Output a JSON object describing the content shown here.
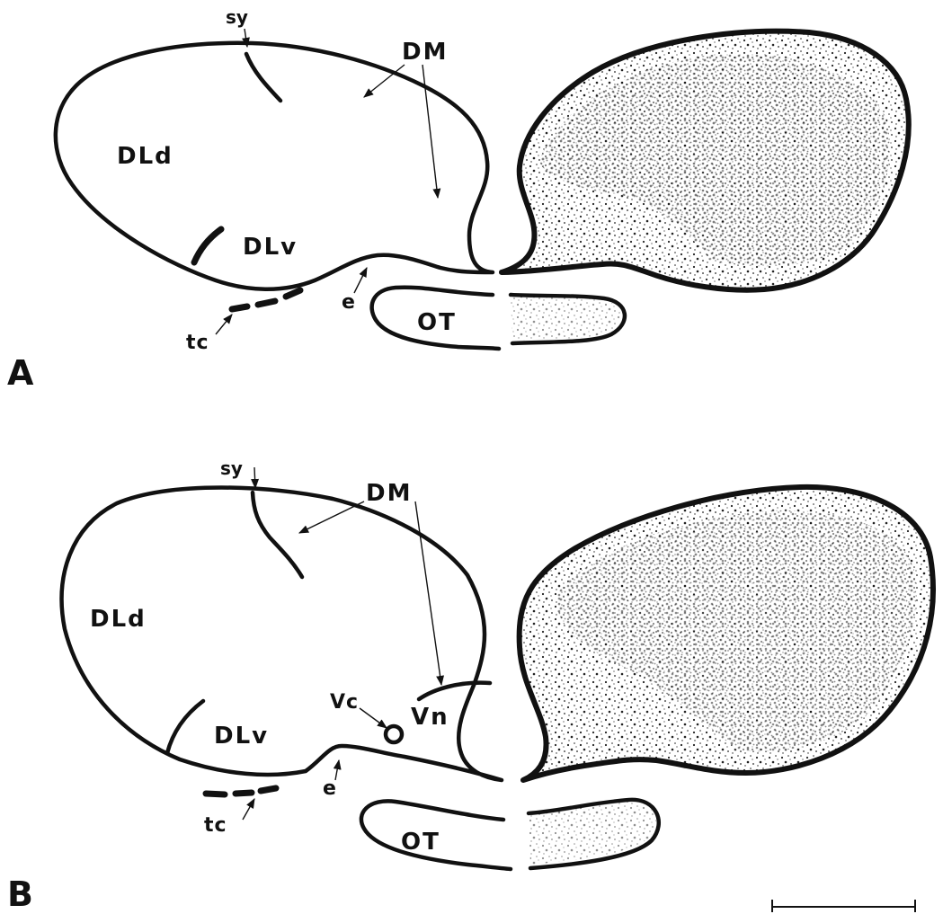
{
  "panels": [
    {
      "id": "A",
      "labels": {
        "panel": "A",
        "sy": "sy",
        "dm": "DM",
        "dld": "DLd",
        "dlv": "DLv",
        "e": "e",
        "tc": "tc",
        "ot": "OT"
      }
    },
    {
      "id": "B",
      "labels": {
        "panel": "B",
        "sy": "sy",
        "dm": "DM",
        "dld": "DLd",
        "dlv": "DLv",
        "e": "e",
        "tc": "tc",
        "ot": "OT",
        "vc": "Vc",
        "vn": "Vn"
      }
    }
  ],
  "colors": {
    "ink": "#111111",
    "stipple": "#1a1a1a",
    "background": "#ffffff"
  }
}
